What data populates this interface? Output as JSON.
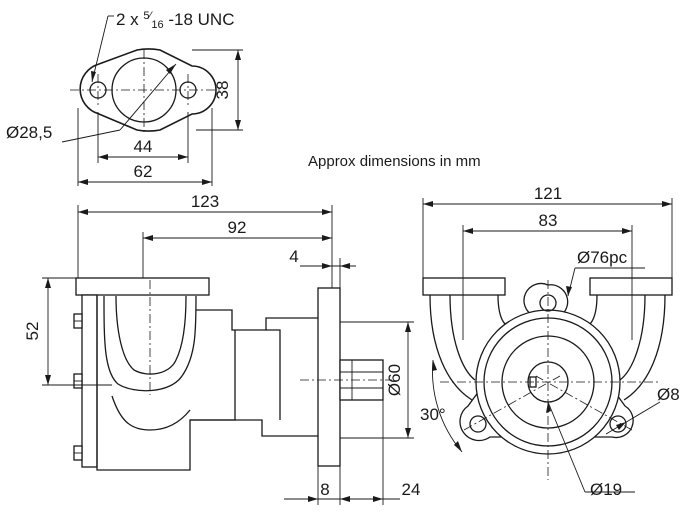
{
  "note": "Approx dimensions in mm",
  "flange": {
    "thread_prefix": "2 x ",
    "thread_num": "5",
    "thread_den": "16",
    "thread_suffix": " -18 UNC",
    "bore": "Ø28,5",
    "height": "38",
    "hole_spacing": "44",
    "width": "62"
  },
  "side": {
    "length": "123",
    "mount_dist": "92",
    "flange_thk": "4",
    "height": "52",
    "shaft_dia": "Ø60",
    "plate": "8",
    "shaft_len": "24"
  },
  "front": {
    "width": "121",
    "port_spacing": "83",
    "pitch_circle": "Ø76pc",
    "angle": "30°",
    "hole": "Ø8",
    "shaft": "Ø19"
  }
}
